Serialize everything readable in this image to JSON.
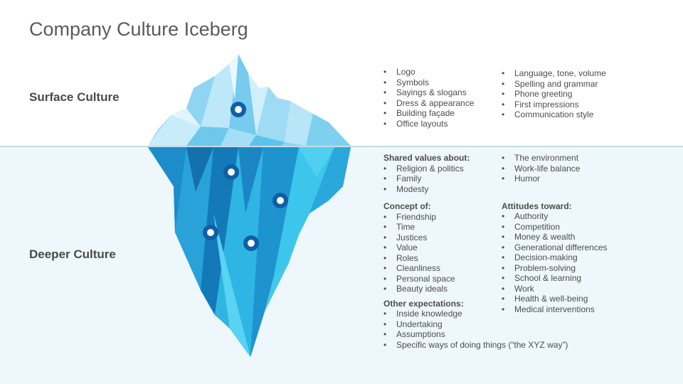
{
  "title": "Company Culture Iceberg",
  "surface": {
    "label": "Surface Culture",
    "col1": [
      "Logo",
      "Symbols",
      "Sayings & slogans",
      "Dress & appearance",
      "Building façade",
      "Office layouts"
    ],
    "col2": [
      "Language, tone, volume",
      "Spelling and grammar",
      "Phone greeting",
      "First impressions",
      "Communication style"
    ]
  },
  "deeper": {
    "label": "Deeper Culture",
    "shared_values": {
      "heading": "Shared values about:",
      "items": [
        "Religion & politics",
        "Family",
        "Modesty"
      ],
      "items_cont": [
        "The environment",
        "Work-life balance",
        "Humor"
      ]
    },
    "concept": {
      "heading": "Concept of:",
      "items": [
        "Friendship",
        "Time",
        "Justices",
        "Value",
        "Roles",
        "Cleanliness",
        "Personal space",
        "Beauty ideals"
      ]
    },
    "attitudes": {
      "heading": "Attitudes toward:",
      "items": [
        "Authority",
        "Competition",
        "Money & wealth",
        "Generational differences",
        "Decision-making",
        "Problem-solving",
        "School & learning",
        "Work",
        "Health & well-being",
        "Medical interventions"
      ]
    },
    "other": {
      "heading": "Other expectations:",
      "items": [
        "Inside knowledge",
        "Undertaking",
        "Assumptions",
        "Specific ways of doing things (“the XYZ way”)"
      ]
    }
  },
  "colors": {
    "ice_light": "#a9e0f5",
    "ice_mid": "#5cc6ec",
    "underwater_dark": "#1479b8",
    "underwater_light": "#38c4ea",
    "marker": "#0e5fa6",
    "water": "#eef7fb"
  }
}
